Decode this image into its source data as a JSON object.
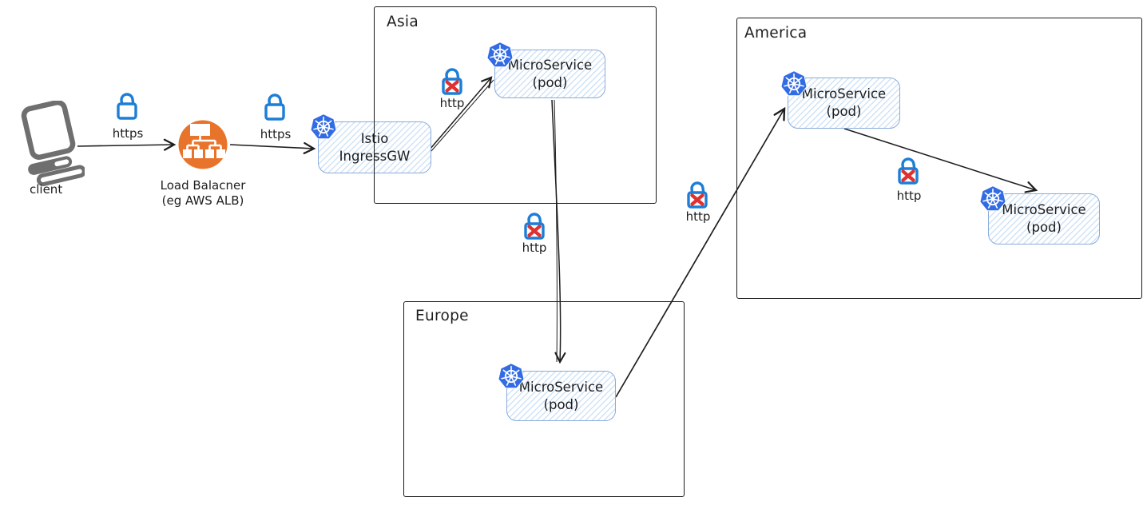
{
  "client": {
    "label": "client"
  },
  "load_balancer": {
    "label_line1": "Load Balacner",
    "label_line2": "(eg AWS ALB)"
  },
  "regions": {
    "asia": {
      "name": "Asia"
    },
    "europe": {
      "name": "Europe"
    },
    "america": {
      "name": "America"
    }
  },
  "nodes": {
    "istio": {
      "line1": "Istio",
      "line2": "IngressGW"
    },
    "asia_ms": {
      "line1": "MicroService",
      "line2": "(pod)"
    },
    "europe_ms": {
      "line1": "MicroService",
      "line2": "(pod)"
    },
    "america_ms1": {
      "line1": "MicroService",
      "line2": "(pod)"
    },
    "america_ms2": {
      "line1": "MicroService",
      "line2": "(pod)"
    }
  },
  "protocols": {
    "client_to_lb": "https",
    "lb_to_istio": "https",
    "istio_to_asia_ms": "http",
    "asia_to_europe": "http",
    "europe_to_america": "http",
    "america_ms1_to_ms2": "http"
  },
  "colors": {
    "lock_blue": "#1c7ed6",
    "cross_red": "#e03131",
    "kubernetes_blue": "#326ce5",
    "load_balancer_orange": "#e8742c",
    "node_border_blue": "#8aabda",
    "node_hatch_blue": "#cfe3f7",
    "laptop_gray": "#6f6f6f",
    "line_black": "#1e1e1e"
  }
}
